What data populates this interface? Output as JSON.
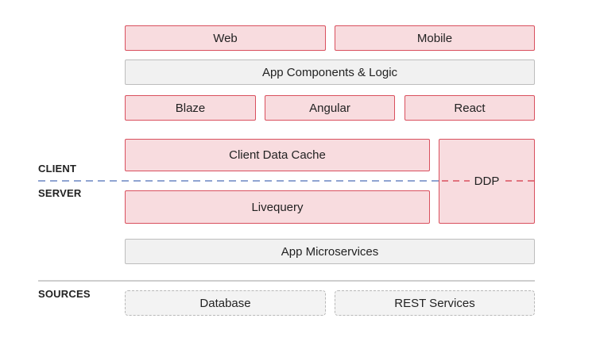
{
  "rows": {
    "web": "Web",
    "mobile": "Mobile",
    "app_components": "App Components & Logic",
    "blaze": "Blaze",
    "angular": "Angular",
    "react": "React",
    "client_data_cache": "Client Data Cache",
    "ddp": "DDP",
    "livequery": "Livequery",
    "app_microservices": "App Microservices",
    "database": "Database",
    "rest_services": "REST Services"
  },
  "labels": {
    "client": "CLIENT",
    "server": "SERVER",
    "sources": "SOURCES"
  },
  "colors": {
    "red_fill": "#f8dcdf",
    "red_border": "#d9505e",
    "gray_fill": "#f1f1f1",
    "gray_border": "#bdbdbd",
    "divider_blue": "#6b86c4"
  }
}
